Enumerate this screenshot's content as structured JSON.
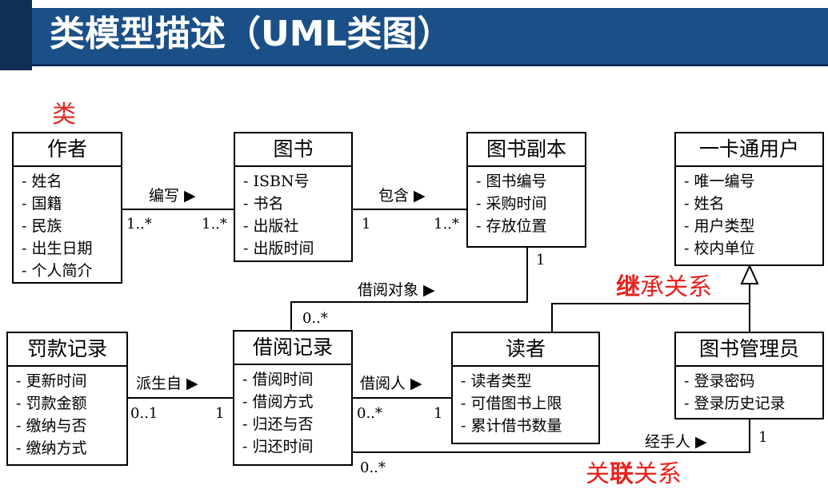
{
  "title": "类模型描述（UML类图）",
  "label_class": "类",
  "label_inherit": {
    "accent": "继",
    "rest": "承关系"
  },
  "label_assoc": {
    "pre": "关",
    "accent": "联",
    "post": "关系"
  },
  "classes": {
    "author": {
      "name": "作者",
      "attrs": [
        "- 姓名",
        "- 国籍",
        "- 民族",
        "- 出生日期",
        "- 个人简介"
      ]
    },
    "book": {
      "name": "图书",
      "attrs": [
        "- ISBN号",
        "- 书名",
        "- 出版社",
        "- 出版时间"
      ]
    },
    "copy": {
      "name": "图书副本",
      "attrs": [
        "- 图书编号",
        "- 采购时间",
        "- 存放位置"
      ]
    },
    "card": {
      "name": "一卡通用户",
      "attrs": [
        "- 唯一编号",
        "- 姓名",
        "- 用户类型",
        "- 校内单位"
      ]
    },
    "fine": {
      "name": "罚款记录",
      "attrs": [
        "- 更新时间",
        "- 罚款金额",
        "- 缴纳与否",
        "- 缴纳方式"
      ]
    },
    "borrow": {
      "name": "借阅记录",
      "attrs": [
        "- 借阅时间",
        "- 借阅方式",
        "- 归还与否",
        "- 归还时间"
      ]
    },
    "reader": {
      "name": "读者",
      "attrs": [
        "- 读者类型",
        "- 可借图书上限",
        "- 累计借书数量"
      ]
    },
    "admin": {
      "name": "图书管理员",
      "attrs": [
        "- 登录密码",
        "- 登录历史记录"
      ]
    }
  },
  "associations": {
    "write": {
      "label": "编写 ▶",
      "m1": "1..*",
      "m2": "1..*"
    },
    "contain": {
      "label": "包含 ▶",
      "m1": "1",
      "m2": "1..*"
    },
    "object": {
      "label": "借阅对象 ▶",
      "m1": "1",
      "m2": "0..*"
    },
    "derive": {
      "label": "派生自 ▶",
      "m1": "0..1",
      "m2": "1"
    },
    "borrower": {
      "label": "借阅人 ▶",
      "m1": "0..*",
      "m2": "1"
    },
    "handler": {
      "label": "经手人 ▶",
      "m1": "1",
      "m2": "0..*"
    }
  },
  "colors": {
    "banner": "#1b4f87",
    "banner_dark": "#0f2f55",
    "title": "#ffffff",
    "accent": "#e8231e",
    "line": "#000000"
  }
}
